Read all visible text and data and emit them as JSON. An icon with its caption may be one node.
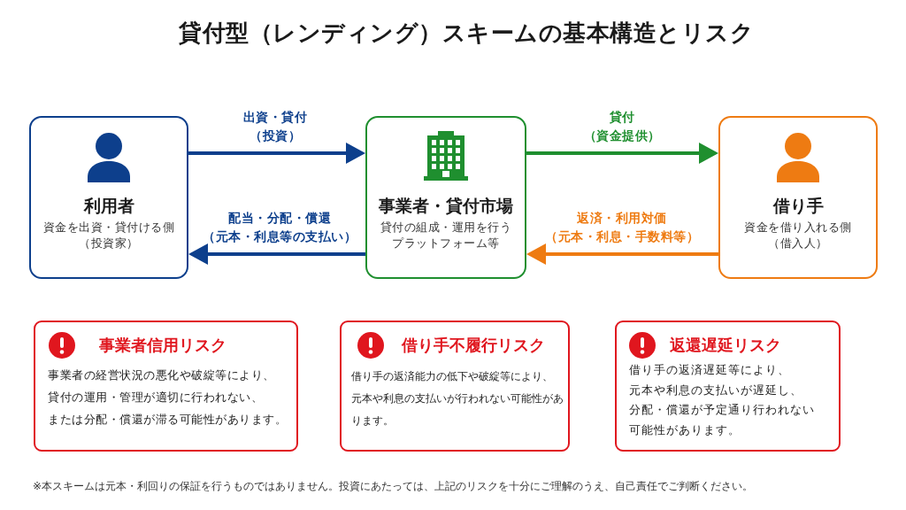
{
  "diagram": {
    "title": "貸付型（レンディング）スキームの基本構造とリスク",
    "nodes": [
      {
        "text": [
          "利用者",
          "資金を出資・貸付ける側（投資家）"
        ]
      },
      {
        "text": [
          "事業者・貸付市場",
          "貸付の組成・運用を行うプラットフォーム等"
        ]
      },
      {
        "text": [
          "借り手",
          "資金を借り入れる側（借入人）"
        ]
      },
      {
        "text": [
          "事業者信用リスク",
          "事業者の経営状況の悪化や破綻等により、貸付の運用・管理が適切に行われない、または分配・償還が滞る可能性があります。"
        ]
      },
      {
        "text": [
          "借り手不履行リスク",
          "借り手の返済能力の低下や破綻等により、元本や利息の支払いが行われない可能性があります。"
        ]
      },
      {
        "text": [
          "返還遅延リスク",
          "借り手の返済遅延等により、元本や利息の支払いが遅延し、分配・償還が予定通り行われない可能性があります。"
        ]
      }
    ],
    "edges": [
      {
        "from": 0,
        "to": 1,
        "arrow": "to",
        "label": "出資・貸付（投資）"
      },
      {
        "from": 1,
        "to": 2,
        "arrow": "to",
        "label": "貸付（資金提供）",
        "color": "#1f8f2f"
      },
      {
        "from": 1,
        "to": 0,
        "arrow": "to",
        "label": "配当・分配・償還（元本・利息等の支払い）"
      },
      {
        "from": 2,
        "to": 1,
        "arrow": "to",
        "label": "返済・利用対価（元本・利息・手数料等）",
        "color": "#ee7b12"
      }
    ],
    "labels": [
      "※本スキームは元本・利回りの保証を行うものではありません。投資にあたっては、上記のリスクを十分にご理解のうえ、自己責任でご判断ください。"
    ]
  }
}
